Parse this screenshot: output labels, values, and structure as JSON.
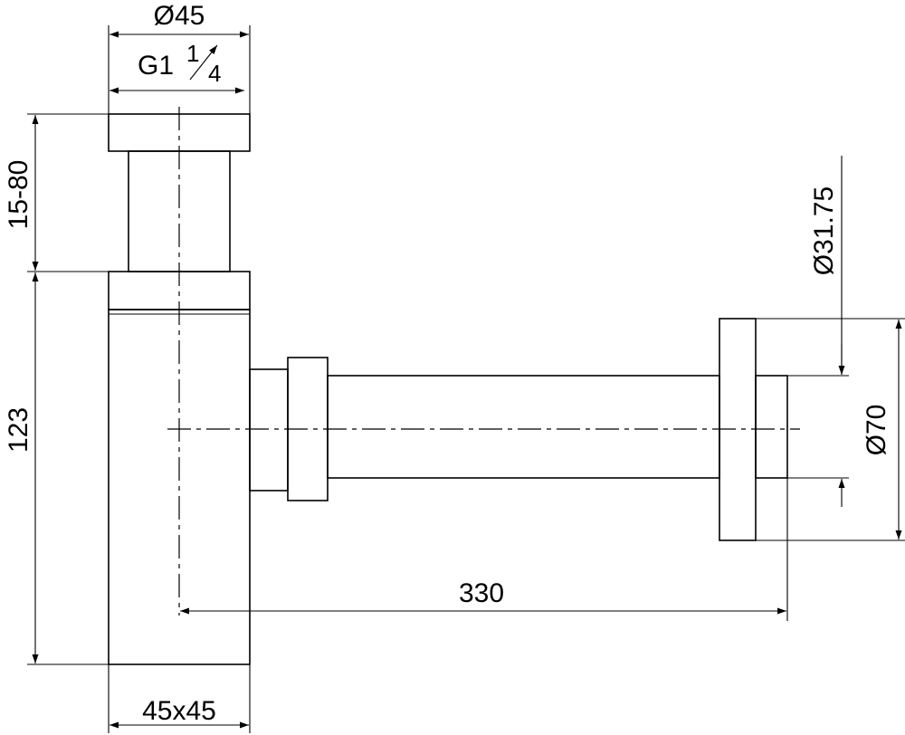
{
  "labels": {
    "top_diameter": "Ø45",
    "thread_g": "G1",
    "thread_num": "1",
    "thread_den": "4",
    "tail_height": "15-80",
    "body_height": "123",
    "body_section": "45x45",
    "outlet_length": "330",
    "pipe_diameter": "Ø31.75",
    "flange_diameter": "Ø70"
  }
}
